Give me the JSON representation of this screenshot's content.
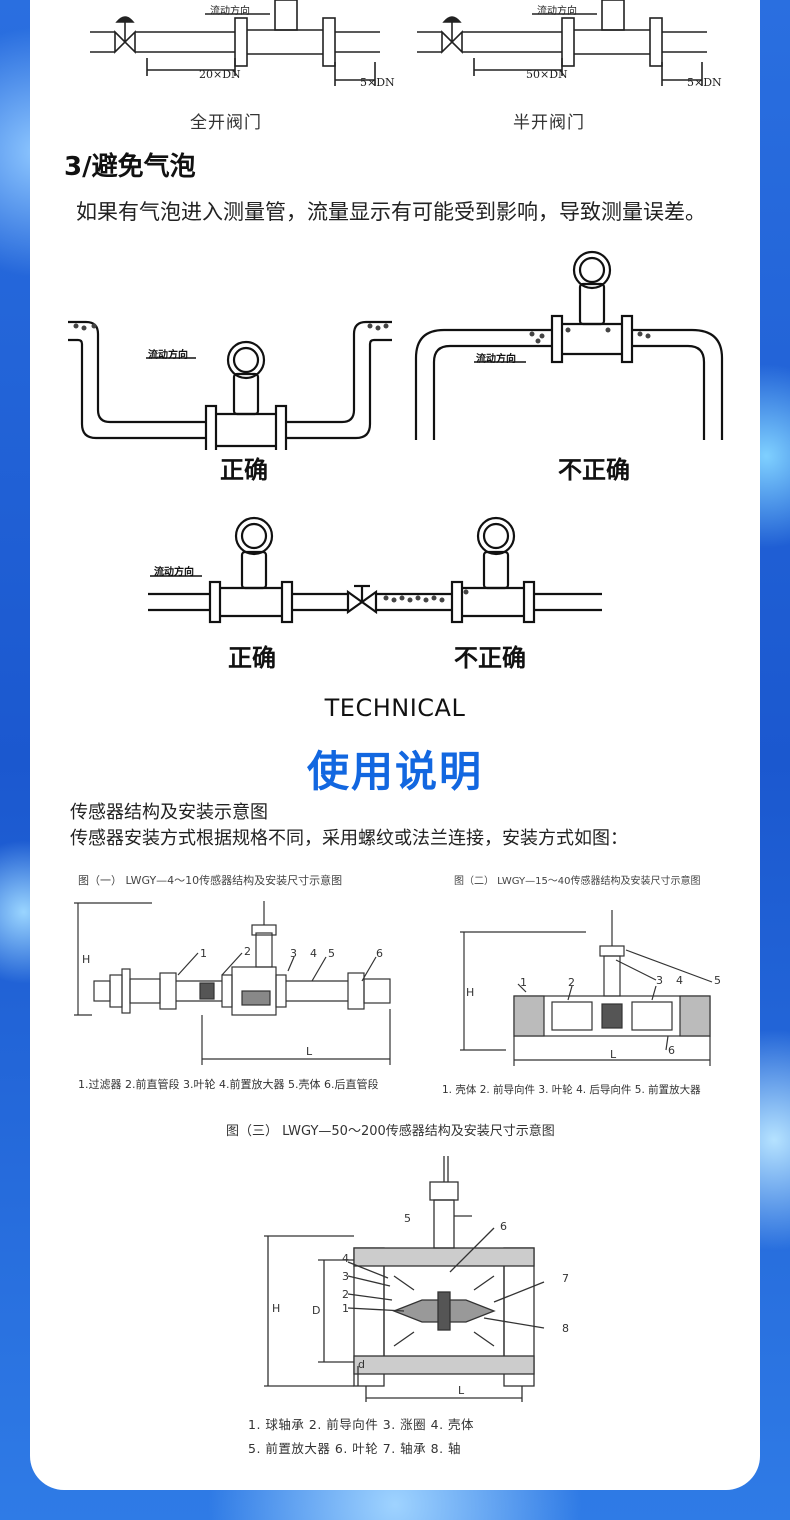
{
  "valves": {
    "flow_label": "流动方向",
    "full": {
      "upstream": "20×DN",
      "downstream": "5×DN",
      "caption": "全开阀门"
    },
    "half": {
      "upstream": "50×DN",
      "downstream": "5×DN",
      "caption": "半开阀门"
    }
  },
  "bubbles": {
    "heading": "3/避免气泡",
    "paragraph": "如果有气泡进入测量管，流量显示有可能受到影响，导致测量误差。",
    "flow_label": "流动方向",
    "correct": "正确",
    "incorrect": "不正确"
  },
  "technical": "TECHNICAL",
  "usage": {
    "title": "使用说明",
    "line1": "传感器结构及安装示意图",
    "line2": "传感器安装方式根据规格不同，采用螺纹或法兰连接，安装方式如图："
  },
  "fig1": {
    "caption": "图（一） LWGY—4～10传感器结构及安装尺寸示意图",
    "legend": "1.过滤器 2.前直管段 3.叶轮 4.前置放大器 5.壳体 6.后直管段",
    "numbers": [
      "1",
      "2",
      "3",
      "4",
      "5",
      "6"
    ],
    "dim_h": "H",
    "dim_l": "L"
  },
  "fig2": {
    "caption": "图（二） LWGY—15～40传感器结构及安装尺寸示意图",
    "legend": "1. 壳体  2. 前导向件  3. 叶轮  4. 后导向件  5. 前置放大器",
    "numbers": [
      "1",
      "2",
      "3",
      "4",
      "5",
      "6"
    ],
    "dim_h": "H",
    "dim_l": "L"
  },
  "fig3": {
    "caption": "图（三） LWGY—50～200传感器结构及安装尺寸示意图",
    "legend1": "1. 球轴承  2. 前导向件  3. 涨圈  4. 壳体",
    "legend2": "5. 前置放大器  6. 叶轮  7. 轴承  8. 轴",
    "numbers": [
      "1",
      "2",
      "3",
      "4",
      "5",
      "6",
      "7",
      "8"
    ],
    "dim_h": "H",
    "dim_d": "D",
    "dim_small_d": "d",
    "dim_l": "L"
  },
  "colors": {
    "accent": "#1267e0",
    "background": "#1b5fd6",
    "card": "#ffffff"
  }
}
